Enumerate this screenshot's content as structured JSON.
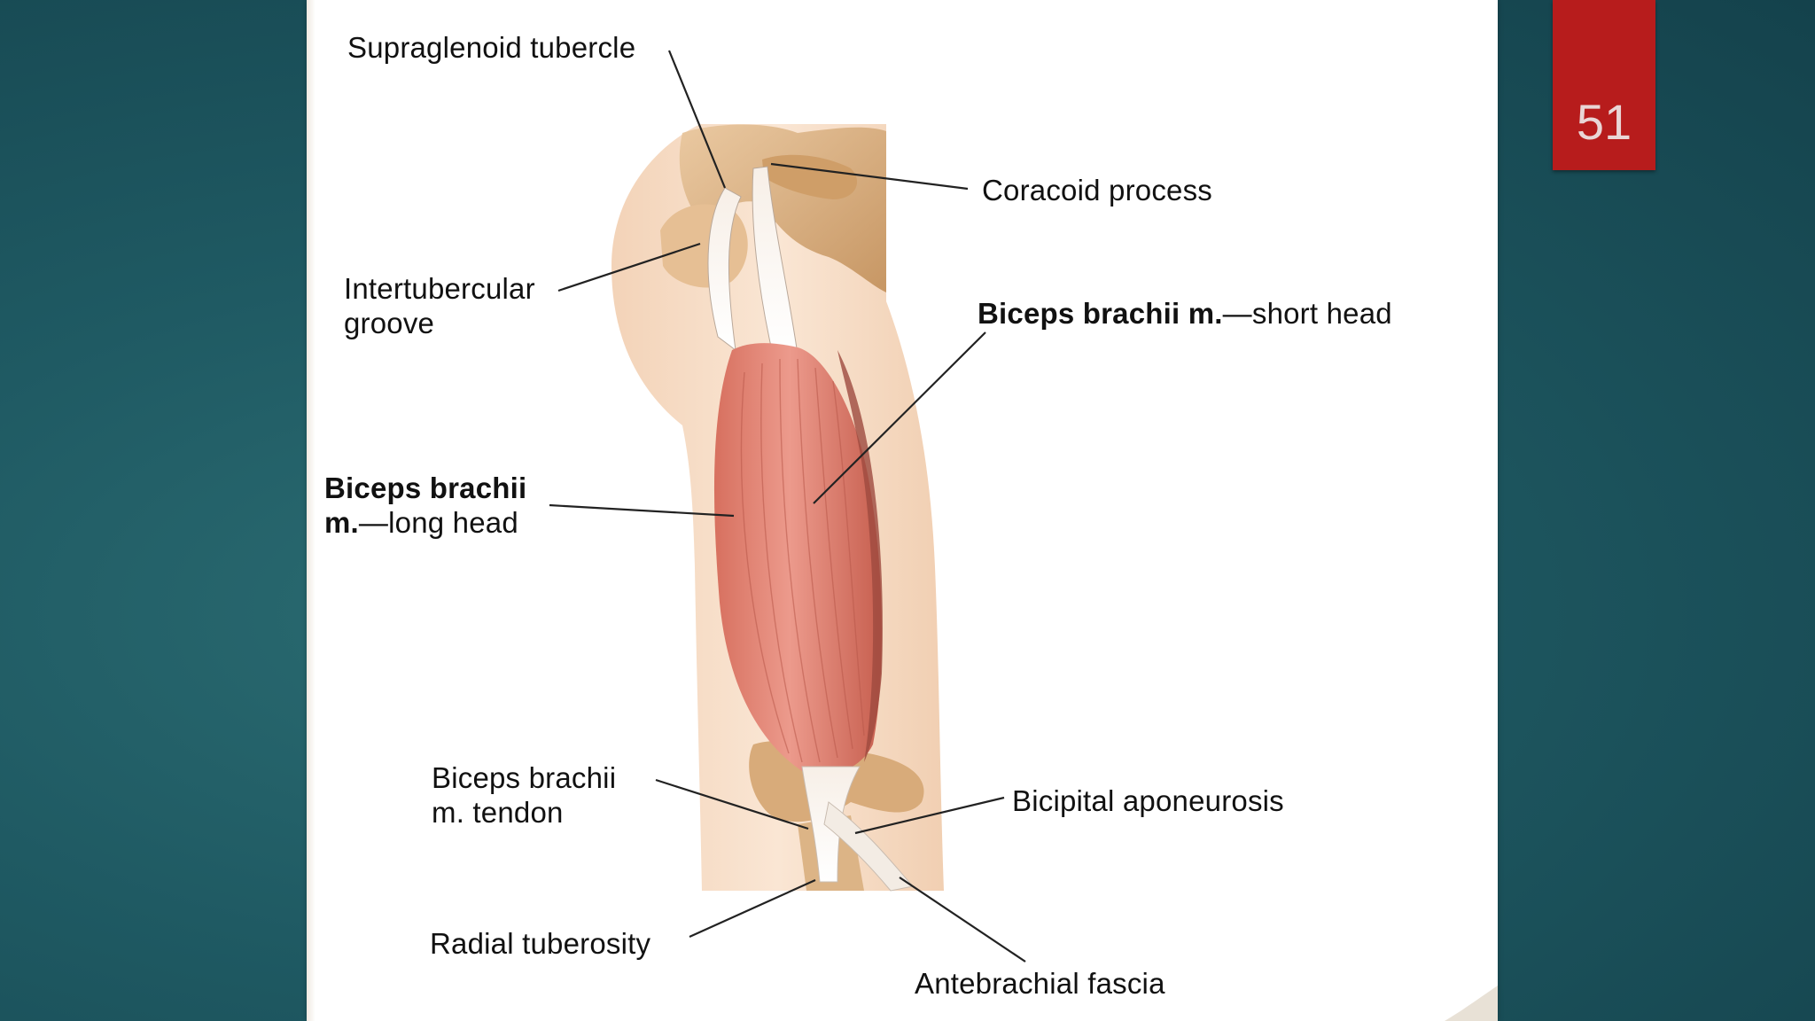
{
  "slide": {
    "page_number": "51",
    "colors": {
      "background": "#1f5a63",
      "panel": "#ffffff",
      "badge": "#b71c1c",
      "muscle": "#e3877b",
      "bone": "#d9ae7f",
      "skin": "#f6dcc4"
    }
  },
  "labels": {
    "supraglenoid": "Supraglenoid tubercle",
    "coracoid": "Coracoid process",
    "intertubercular_1": "Intertubercular",
    "intertubercular_2": "groove",
    "short_head_bold": "Biceps brachii m.",
    "short_head_rest": "—short head",
    "long_head_bold_1": "Biceps brachii",
    "long_head_bold_2": "m.",
    "long_head_rest": "—long head",
    "tendon_1": "Biceps brachii",
    "tendon_2": "m. tendon",
    "aponeurosis": "Bicipital aponeurosis",
    "radial": "Radial tuberosity",
    "antebrachial": "Antebrachial fascia"
  }
}
